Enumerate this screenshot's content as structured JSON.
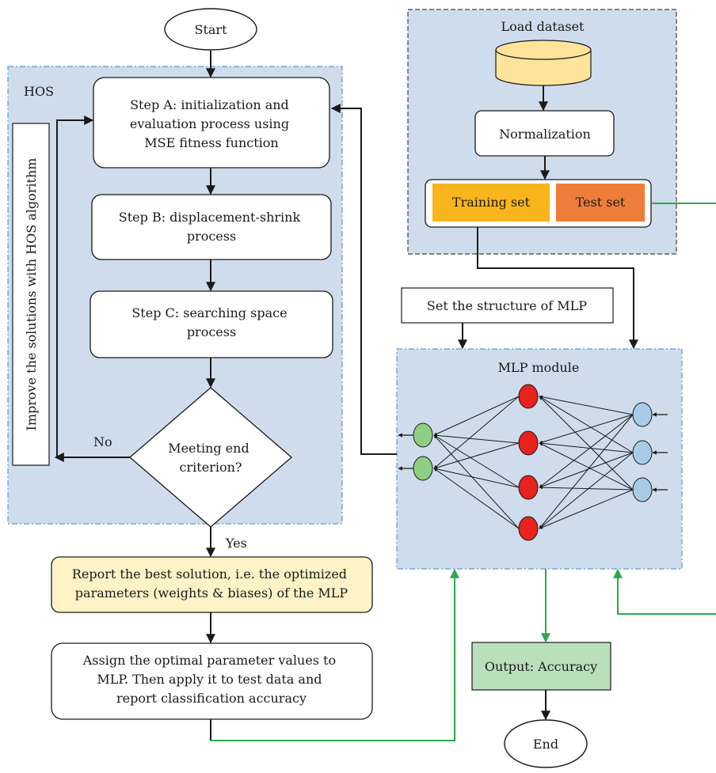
{
  "hos": {
    "region_label": "HOS",
    "side_label": "Improve the solutions with HOS algorithm",
    "step_a": [
      "Step A: initialization and",
      "evaluation process using",
      "MSE fitness function"
    ],
    "step_b": [
      "Step B: displacement-shrink",
      "process"
    ],
    "step_c": [
      "Step C: searching space",
      "process"
    ],
    "decision": [
      "Meeting end",
      "criterion?"
    ],
    "no_label": "No",
    "yes_label": "Yes"
  },
  "start_label": "Start",
  "end_label": "End",
  "data_prep": {
    "load_label": "Load dataset",
    "normalization": "Normalization",
    "training_set": "Training set",
    "test_set": "Test set"
  },
  "mlp": {
    "structure_label": "Set the structure of MLP",
    "module_label": "MLP module",
    "input_nodes": 3,
    "hidden_nodes": 4,
    "output_nodes": 2
  },
  "report": [
    "Report the best solution, i.e. the optimized",
    "parameters (weights & biases) of the MLP"
  ],
  "assign": [
    "Assign the optimal parameter values to",
    "MLP. Then apply it to test data and",
    "report classification accuracy"
  ],
  "output_label": "Output: Accuracy",
  "colors": {
    "region_fill": "#cfdcec",
    "region_border": "#5b9bd5",
    "cylinder": "#fde49a",
    "training": "#f9b51c",
    "test": "#ee7d3a",
    "report_fill": "#fdf3c6",
    "output_fill": "#b9e0bb",
    "green_arrow": "#2ca84a",
    "hidden_node": "#e8221c",
    "input_node": "#a9cbe8",
    "output_node": "#8fcf84"
  }
}
